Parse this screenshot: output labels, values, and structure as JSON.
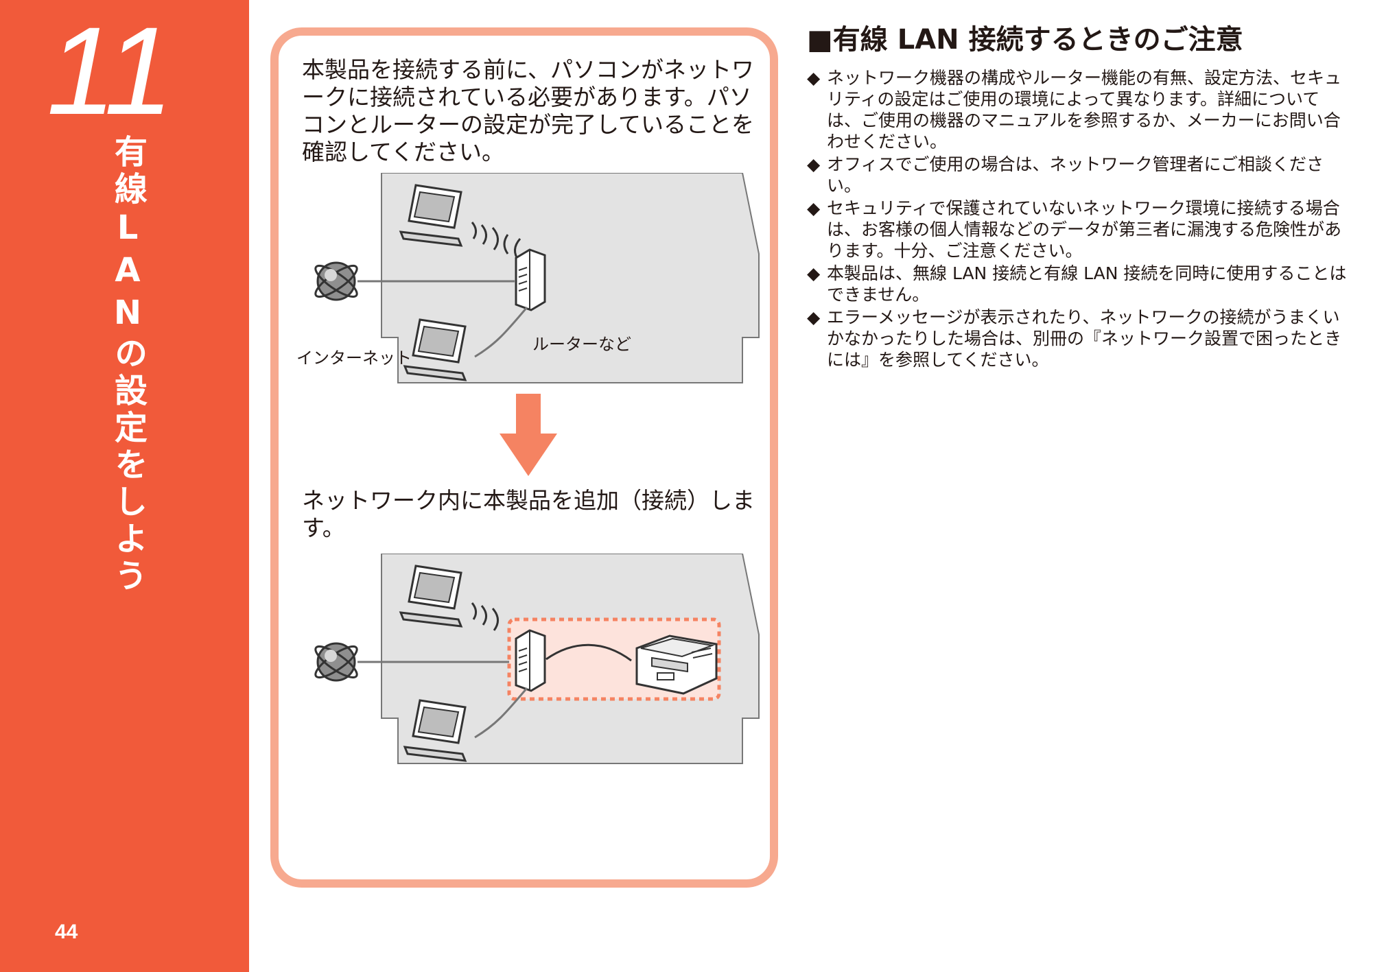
{
  "sidebar": {
    "step_number": "11",
    "title": "有線LANの設定をしよう",
    "page_number": "44",
    "background_color": "#f15a3a"
  },
  "panel": {
    "border_color": "#f7a98f",
    "intro_text": "本製品を接続する前に、パソコンがネットワークに接続されている必要があります。パソコンとルーターの設定が完了していることを確認してください。",
    "after_text": "ネットワーク内に本製品を追加（接続）します。",
    "diagram_before": {
      "internet_label": "インターネット",
      "router_label": "ルーターなど",
      "icons": [
        "house-outline",
        "laptop-icon",
        "router-icon",
        "globe-icon"
      ]
    },
    "diagram_after": {
      "icons": [
        "house-outline",
        "laptop-icon",
        "router-icon",
        "globe-icon",
        "printer-icon"
      ],
      "highlight_color": "#f7a98f"
    },
    "arrow_icon": "arrow-down-icon",
    "arrow_color": "#f58362"
  },
  "notes": {
    "title": "■有線 LAN 接続するときのご注意",
    "bullet": "◆",
    "items": [
      "ネットワーク機器の構成やルーター機能の有無、設定方法、セキュリティの設定はご使用の環境によって異なります。詳細については、ご使用の機器のマニュアルを参照するか、メーカーにお問い合わせください。",
      "オフィスでご使用の場合は、ネットワーク管理者にご相談ください。",
      "セキュリティで保護されていないネットワーク環境に接続する場合は、お客様の個人情報などのデータが第三者に漏洩する危険性があります。十分、ご注意ください。",
      "本製品は、無線 LAN 接続と有線 LAN 接続を同時に使用することはできません。",
      "エラーメッセージが表示されたり、ネットワークの接続がうまくいかなかったりした場合は、別冊の『ネットワーク設置で困ったときには』を参照してください。"
    ]
  }
}
